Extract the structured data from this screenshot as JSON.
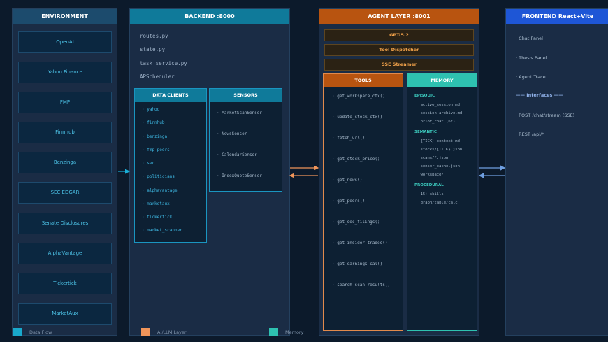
{
  "environment": {
    "title": "ENVIRONMENT",
    "items": [
      "OpenAI",
      "Yahoo Finance",
      "FMP",
      "Finnhub",
      "Benzinga",
      "SEC EDGAR",
      "Senate Disclosures",
      "AlphaVantage",
      "Tickertick",
      "MarketAux"
    ]
  },
  "backend": {
    "title": "BACKEND  :8000",
    "files": [
      "routes.py",
      "state.py",
      "task_service.py",
      "APScheduler"
    ],
    "data_clients": {
      "title": "DATA CLIENTS",
      "items": [
        "· yahoo",
        "· finnhub",
        "· benzinga",
        "· fmp_peers",
        "· sec",
        "· politicians",
        "· alphavantage",
        "· marketaux",
        "· tickertick",
        "· market_scanner"
      ]
    },
    "sensors": {
      "title": "SENSORS",
      "items": [
        "· MarketScanSensor",
        "· NewsSensor",
        "· CalendarSensor",
        "· IndexQuoteSensor"
      ]
    }
  },
  "agent": {
    "title": "AGENT LAYER  :8001",
    "bars": [
      "GPT-5.2",
      "Tool Dispatcher",
      "SSE Streamer"
    ],
    "tools": {
      "title": "TOOLS",
      "items": [
        "· get_workspace_ctx()",
        "· update_stock_ctx()",
        "· fetch_url()",
        "· get_stock_price()",
        "· get_news()",
        "· get_peers()",
        "· get_sec_filings()",
        "· get_insider_trades()",
        "· get_earnings_cal()",
        "· search_scan_results()"
      ]
    },
    "memory": {
      "title": "MEMORY",
      "sections": [
        {
          "heading": "EPISODIC",
          "items": [
            "· active_session.md",
            "· session_archive.md",
            "· prior_chat (6t)"
          ]
        },
        {
          "heading": "SEMANTIC",
          "items": [
            "· {TICK}_context.md",
            "· stocks/{TICK}.json",
            "· scans/*.json",
            "· sensor_cache.json",
            "· workspace/"
          ]
        },
        {
          "heading": "PROCEDURAL",
          "items": [
            "· 15+ skills",
            "· graph/table/calc"
          ]
        }
      ]
    }
  },
  "frontend": {
    "title": "FRONTEND  React+Vite",
    "items": [
      "· Chat Panel",
      "· Thesis Panel",
      "· Agent Trace"
    ],
    "interfaces_label": "—— Interfaces ——",
    "endpoints": [
      "· POST /chat/stream (SSE)",
      "· REST /api/*"
    ]
  },
  "legend": [
    {
      "label": "Data Flow",
      "color": "#19a9cc"
    },
    {
      "label": "AI/LLM Layer",
      "color": "#f0955a"
    },
    {
      "label": "Memory",
      "color": "#2ec1b0"
    }
  ],
  "colors": {
    "env_header": "#1c4b6d",
    "backend_header": "#0f7a9a",
    "agent_header": "#b85410",
    "frontend_header": "#1e56d6",
    "tools_header": "#b85410",
    "memory_header": "#2ec1b0",
    "data_clients_header": "#0f7a9a",
    "sensors_header": "#0f7a9a"
  }
}
